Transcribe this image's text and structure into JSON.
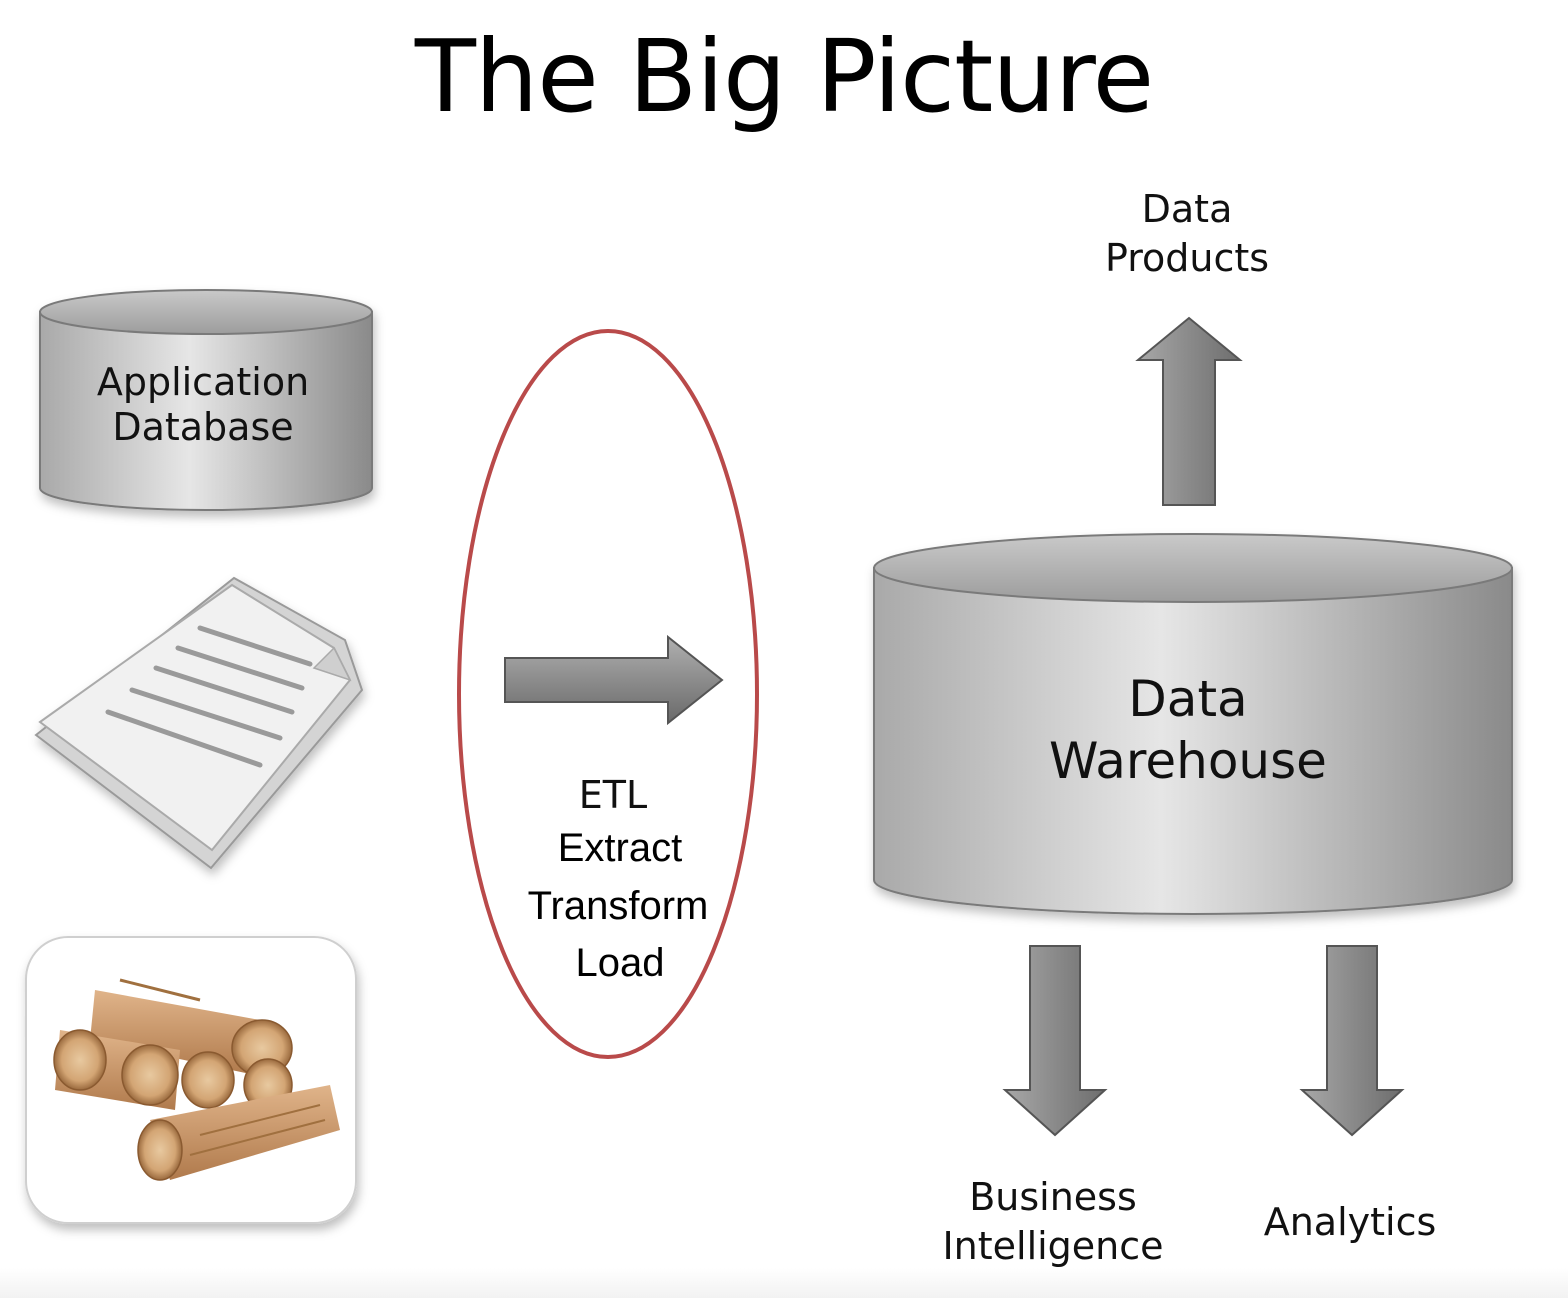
{
  "title": "The Big Picture",
  "sources": {
    "application_database": [
      "Application",
      "Database"
    ],
    "file_icon": "document-icon",
    "log_icon": "log-pile-icon"
  },
  "etl": {
    "lines": [
      "ETL",
      "Extract",
      "Transform",
      "Load"
    ],
    "highlight_color": "#b94a4a"
  },
  "warehouse": [
    "Data",
    "Warehouse"
  ],
  "outputs": {
    "data_products": [
      "Data",
      "Products"
    ],
    "business_intelligence": [
      "Business",
      "Intelligence"
    ],
    "analytics": "Analytics"
  },
  "colors": {
    "cylinder_light": "#d9d9d9",
    "cylinder_dark": "#8c8c8c",
    "arrow": "#8f8f8f"
  }
}
